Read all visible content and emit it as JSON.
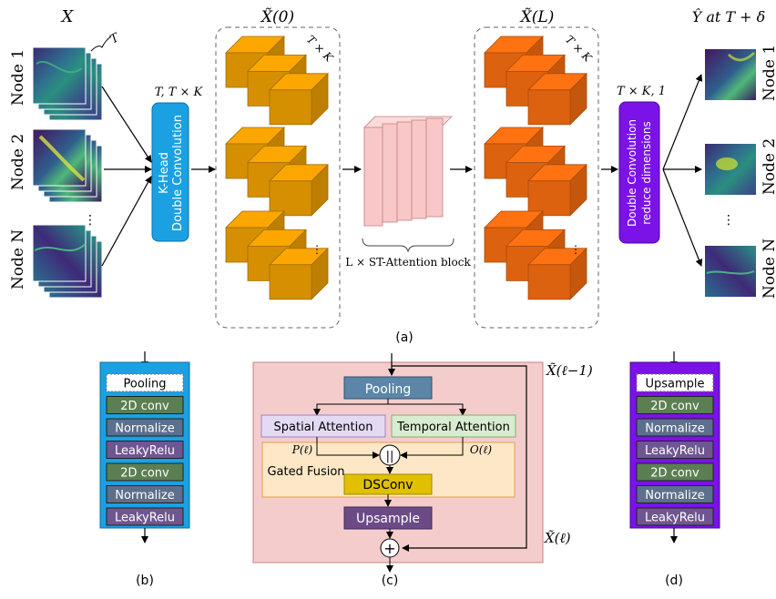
{
  "top": {
    "input_label": "X",
    "T_brace": "T",
    "nodes": [
      "Node 1",
      "Node 2",
      "Node N"
    ],
    "node_ellipsis": "⋮",
    "head_dims": "T, T × K",
    "khead_line1": "K-Head",
    "khead_line2": "Double Convolution",
    "x0_label": "X̃(0)",
    "xL_label": "X̃(L)",
    "cube_depth": "T × K",
    "cube_ellipsis": "⋮",
    "st_block": "L × ST-Attention block",
    "out_dims": "T × K, 1",
    "out_line1": "Double Convolution",
    "out_line2": "reduce dimensions",
    "yhat_label": "Ŷ at T + δ",
    "caption_a": "(a)"
  },
  "panel_b": {
    "layers": [
      "Pooling",
      "2D conv",
      "Normalize",
      "LeakyRelu",
      "2D conv",
      "Normalize",
      "LeakyRelu"
    ],
    "caption": "(b)"
  },
  "panel_c": {
    "pooling": "Pooling",
    "spatial": "Spatial Attention",
    "temporal": "Temporal Attention",
    "p_label": "P(ℓ)",
    "o_label": "O(ℓ)",
    "concat": "||",
    "gated_fusion": "Gated Fusion",
    "dsconv": "DSConv",
    "upsample": "Upsample",
    "plus": "+",
    "x_prev": "X̃(ℓ−1)",
    "x_cur": "X̃(ℓ)",
    "caption": "(c)"
  },
  "panel_d": {
    "layers": [
      "Upsample",
      "2D conv",
      "Normalize",
      "LeakyRelu",
      "2D conv",
      "Normalize",
      "LeakyRelu"
    ],
    "caption": "(d)"
  },
  "colors": {
    "khead_blue": "#1ba1e2",
    "out_purple": "#7b12e8",
    "cube_gold": "#e89b00",
    "cube_orange": "#f06a10",
    "st_pink": "#f8c8c8",
    "panel_c_bg": "#f5cccc",
    "conv_green": "#5b7f52",
    "normalize_blue": "#5c6f8c",
    "leaky_purple": "#6f5690"
  }
}
